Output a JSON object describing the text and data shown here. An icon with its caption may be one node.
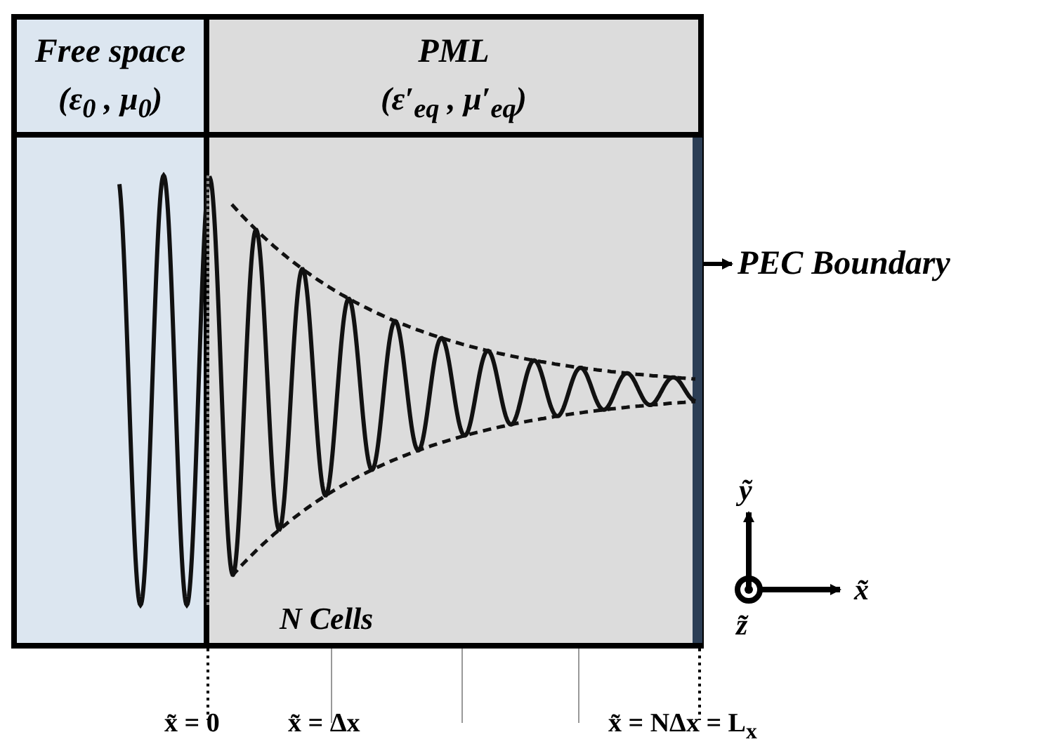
{
  "diagram": {
    "nodes": [
      {
        "text": [
          "Free space",
          "(ε$_{0}$ , μ$_{0}$)"
        ]
      },
      {
        "text": [
          "PML",
          "(ε′$_{eq}$ , μ′$_{eq}$)"
        ]
      },
      {
        "text": [],
        "shape": "box"
      },
      {
        "text": [
          "N Cells"
        ]
      },
      {
        "text": [],
        "shape": "bar",
        "in": 3
      },
      {
        "text": [
          "PEC Boundary"
        ]
      }
    ],
    "edges": [
      {
        "from": 4,
        "to": 5,
        "arrow": "to"
      }
    ],
    "labels": [
      "ỹ",
      "x̃",
      "z̃",
      "x̃ = 0",
      "x̃ = Δx",
      "x̃ = NΔx = L$_{x}$"
    ]
  }
}
